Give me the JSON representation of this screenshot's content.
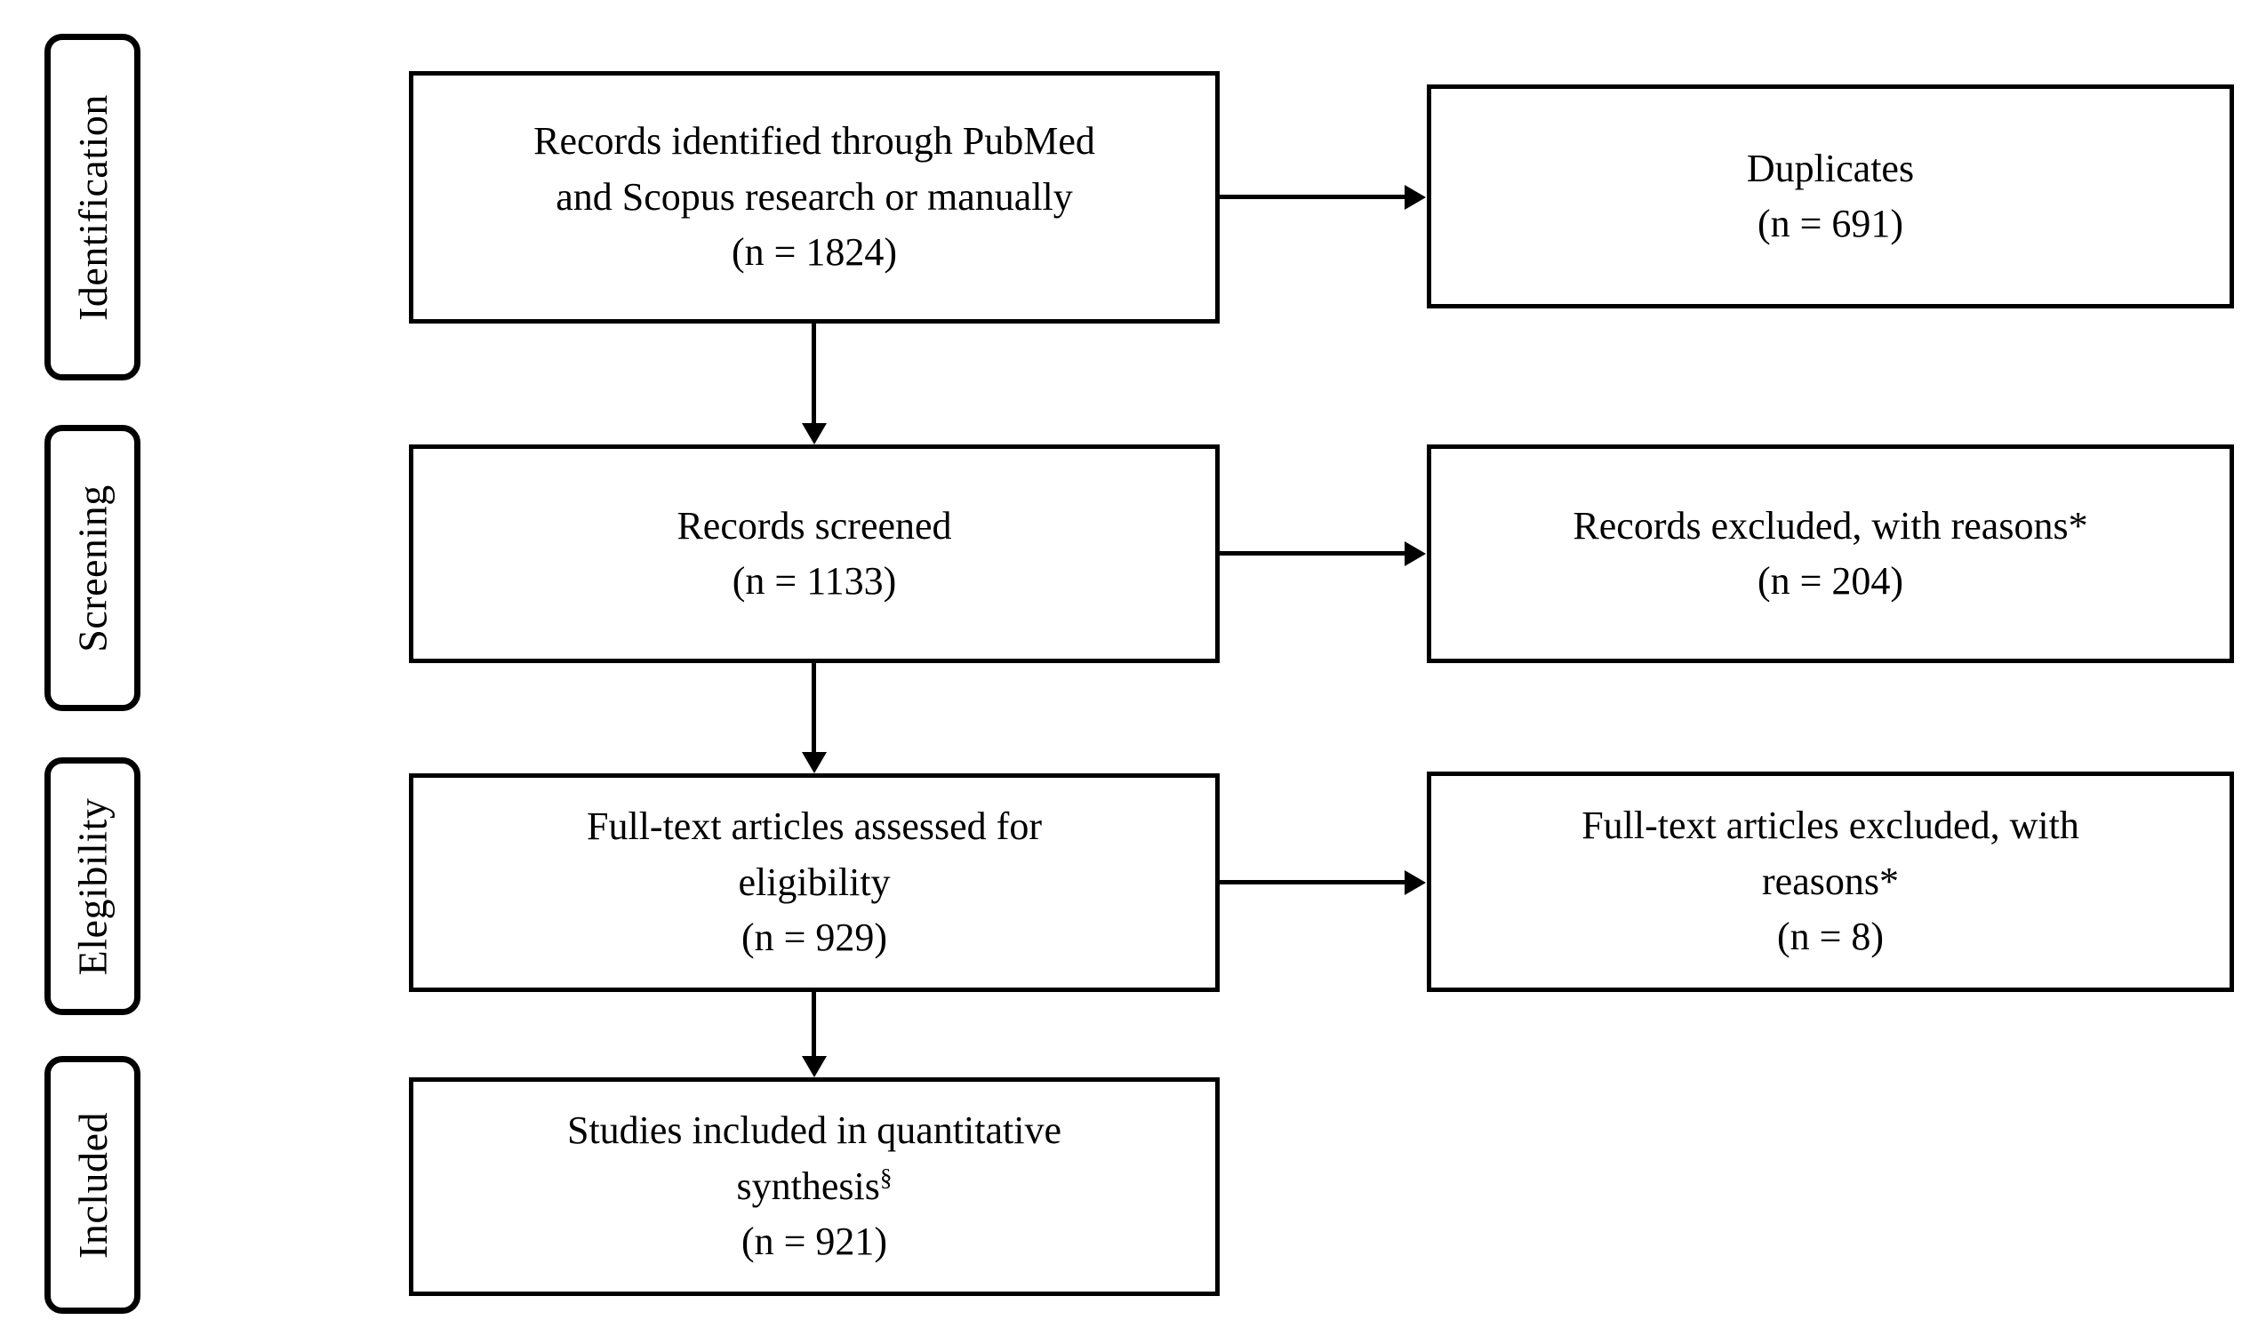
{
  "figure": {
    "kind": "prisma-flow-diagram"
  },
  "colors": {
    "ink": "#000000",
    "background": "#ffffff"
  },
  "stages": [
    {
      "label": "Identification"
    },
    {
      "label": "Screening"
    },
    {
      "label": "Elegibility"
    },
    {
      "label": "Included"
    }
  ],
  "main_flow": [
    {
      "lines": [
        "Records identified through PubMed",
        "and Scopus research or manually"
      ],
      "count": "(n = 1824)"
    },
    {
      "lines": [
        "Records screened"
      ],
      "count": "(n = 1133)"
    },
    {
      "lines": [
        "Full-text articles assessed for",
        "eligibility"
      ],
      "count": "(n = 929)"
    },
    {
      "lines": [
        "Studies included in quantitative"
      ],
      "line2_base": "synthesis",
      "line2_superscript": "§",
      "count": "(n = 921)"
    }
  ],
  "exclusions": [
    {
      "lines": [
        "Duplicates"
      ],
      "count": "(n = 691)"
    },
    {
      "lines": [
        "Records excluded, with reasons*"
      ],
      "count": "(n = 204)"
    },
    {
      "lines": [
        "Full-text articles excluded, with",
        "reasons*"
      ],
      "count": "(n = 8)"
    }
  ]
}
